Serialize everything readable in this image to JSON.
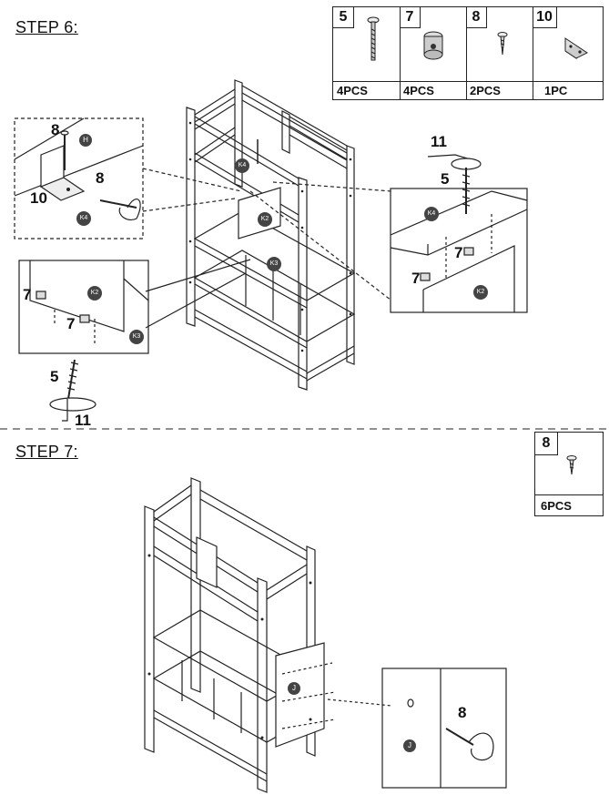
{
  "step6": {
    "title": "STEP 6:",
    "parts": [
      {
        "num": "5",
        "qty": "4PCS",
        "icon": "long-screw-icon"
      },
      {
        "num": "7",
        "qty": "4PCS",
        "icon": "barrel-nut-icon"
      },
      {
        "num": "8",
        "qty": "2PCS",
        "icon": "wood-screw-icon"
      },
      {
        "num": "10",
        "qty": "1PC",
        "icon": "l-bracket-icon"
      }
    ],
    "callouts": {
      "left_top_8": "8",
      "left_mid_8": "8",
      "left_10": "10",
      "left_7a": "7",
      "left_7b": "7",
      "left_5": "5",
      "left_11": "11",
      "right_11": "11",
      "right_5": "5",
      "right_7a": "7",
      "right_7b": "7"
    },
    "badges": {
      "H": "H",
      "K4": "K4",
      "K2": "K2",
      "K3": "K3"
    }
  },
  "step7": {
    "title": "STEP 7:",
    "parts": [
      {
        "num": "8",
        "qty": "6PCS",
        "icon": "wood-screw-icon"
      }
    ],
    "callouts": {
      "detail_8": "8"
    },
    "badges": {
      "J": "J"
    }
  }
}
